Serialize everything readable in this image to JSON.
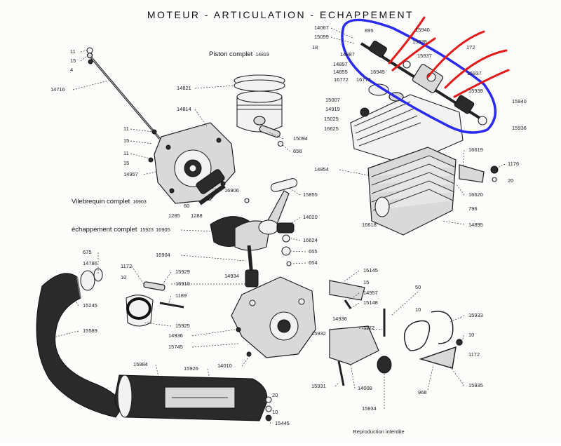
{
  "title": "MOTEUR - ARTICULATION - ECHAPPEMENT",
  "footer": "Reproduction interdite",
  "colors": {
    "blue_mark": "#2a2af0",
    "red_mark": "#e41a1a",
    "ink": "#1f1f1f",
    "paper": "#fcfcfa"
  },
  "sections": [
    {
      "label": "Piston complet",
      "ref": "14819"
    },
    {
      "label": "Vilebrequin complet",
      "ref": "16903"
    },
    {
      "label": "échappement complet",
      "ref": "15923"
    }
  ],
  "parts": {
    "p14067": "14067",
    "p15099": "15099",
    "p895": "895",
    "p15940a": "15940",
    "p15938": "15938",
    "p172": "172",
    "p18": "18",
    "p14987": "14987",
    "p15937a": "15937",
    "p14897": "14897",
    "p14855": "14855",
    "p16949": "16949",
    "p16772": "16772",
    "p16773": "16773",
    "p15937b": "15937",
    "p15939": "15939",
    "p15940b": "15940",
    "p15936": "15936",
    "p15007": "15007",
    "p14919": "14919",
    "p15025": "15025",
    "p16625": "16625",
    "p11a": "11",
    "p15a": "15",
    "p4": "4",
    "p14716": "14716",
    "p14821": "14821",
    "p14814": "14814",
    "p11b": "11",
    "p15b": "15",
    "p11c": "11",
    "p15c": "15",
    "p14957a": "14957",
    "p15094": "15094",
    "p658": "658",
    "p14854": "14854",
    "p16619": "16619",
    "p1176": "1176",
    "p20a": "20",
    "p16906": "16906",
    "p15855": "15855",
    "p60": "60",
    "p1285": "1285",
    "p1288": "1288",
    "p16620": "16620",
    "p796": "796",
    "p14020": "14020",
    "p16618": "16618",
    "p14895": "14895",
    "p16905": "16905",
    "p16624": "16624",
    "p655": "655",
    "p16904": "16904",
    "p654": "654",
    "p675": "675",
    "p14786": "14786",
    "p1172a": "1172",
    "p15929": "15929",
    "p10a": "10",
    "p16910": "16910",
    "p14934": "14934",
    "p15145": "15145",
    "p15d": "15",
    "p14957b": "14957",
    "p50": "50",
    "p15148": "15148",
    "p1189": "1189",
    "p15245": "15245",
    "p14936": "14936",
    "p10b": "10",
    "p15933": "15933",
    "p15925": "15925",
    "p1172b": "1172",
    "p14936b": "14936",
    "p15932": "15932",
    "p10c": "10",
    "p15589": "15589",
    "p15745": "15745",
    "p1172c": "1172",
    "p14010": "14010",
    "p15984": "15984",
    "p15926": "15926",
    "p15931": "15931",
    "p14008": "14008",
    "p968": "968",
    "p15935": "15935",
    "p15934": "15934",
    "p20b": "20",
    "p10d": "10",
    "p15445": "15445"
  }
}
